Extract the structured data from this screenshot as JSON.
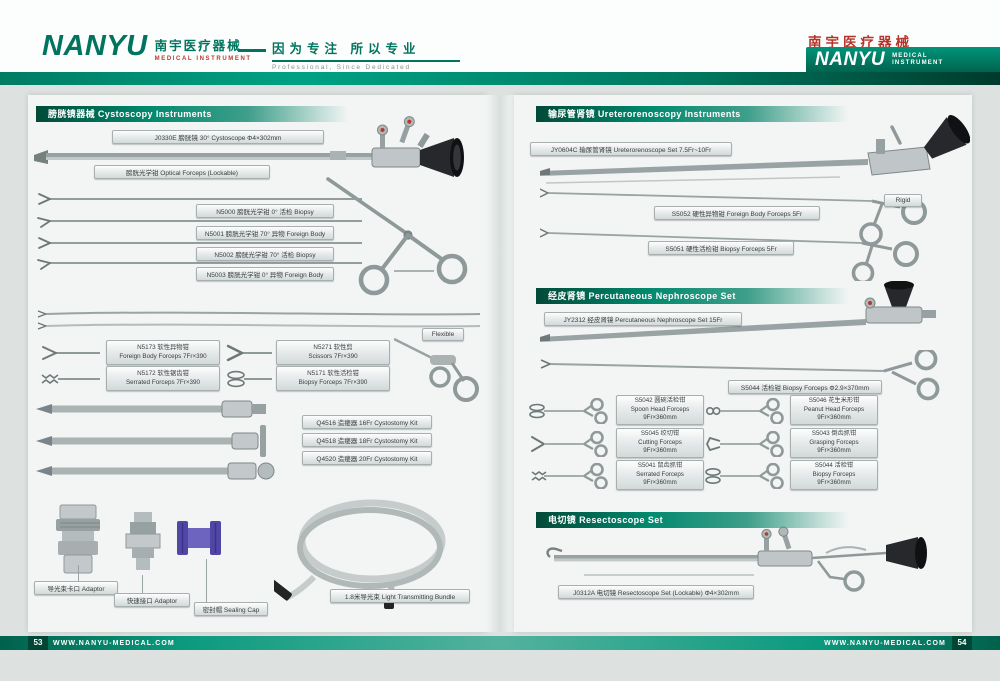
{
  "colors": {
    "brand_teal": "#00745E",
    "banner_teal": "#00896E",
    "accent_red": "#B5352C",
    "spool_purple": "#4F46A5",
    "footer_teal": "#0A9A7E"
  },
  "header": {
    "logo_text": "NANYU",
    "logo_cn": "南宇医疗器械",
    "logo_sub": "MEDICAL  INSTRUMENT",
    "slogan_cn": "因为专注 所以专业",
    "slogan_en": "Professional, Since Dedicated",
    "right_cn": "南宇医疗器械",
    "right_logo": "NANYU",
    "right_sub_line1": "MEDICAL",
    "right_sub_line2": "INSTRUMENT"
  },
  "left_page": {
    "section_title": "膀胱镜器械  Cystoscopy Instruments",
    "labels": {
      "cystoscope": "J0330E 膀胱镜 30°  Cystoscope  Φ4×302mm",
      "optical_forceps": "膀胱光学钳 Optical Forceps (Lockable)",
      "n5000": "N5000 膀胱光学钳  0°  活检 Biopsy",
      "n5001": "N5001 膀胱光学钳 70°  异物 Foreign Body",
      "n5002": "N5002 膀胱光学钳 70°  活检 Biopsy",
      "n5003": "N5003 膀胱光学钳  0°  异物 Foreign Body",
      "flexible_tag": "Flexible",
      "q4516": "Q4516 造瘘器 16Fr Cystostomy Kit",
      "q4518": "Q4518 造瘘器 18Fr Cystostomy Kit",
      "q4520": "Q4520 造瘘器 20Fr Cystostomy Kit",
      "adaptor_light": "导光束卡口 Adaptor",
      "adaptor_quick": "快速接口 Adaptor",
      "sealing_cap": "密封帽 Sealing Cap",
      "light_bundle": "1.8米导光束  Light Transmitting Bundle"
    },
    "flex_forceps": [
      {
        "code": "N5173 软性异物钳",
        "desc": "Foreign Body Forceps 7Fr×390"
      },
      {
        "code": "N5271 软性剪",
        "desc": "Scissors 7Fr×390"
      },
      {
        "code": "N5172 软性锯齿钳",
        "desc": "Serrated Forceps 7Fr×390"
      },
      {
        "code": "N5171 软性活检钳",
        "desc": "Biopsy Forceps 7Fr×390"
      }
    ]
  },
  "right_page": {
    "section1_title": "输尿管肾镜 Ureterorenoscopy Instruments",
    "section2_title": "经皮肾镜 Percutaneous Nephroscope Set",
    "section3_title": "电切镜  Resectoscope Set",
    "labels": {
      "ureteroscope": "JY0604C 输尿管肾镜 Ureterorenoscope Set 7.5Fr~10Fr",
      "rigid_tag": "Rigid",
      "s5052": "S5052 硬性异物钳 Foreign Body Forceps 5Fr",
      "s5051": "S5051 硬性活检钳 Biopsy Forceps 5Fr",
      "nephroscope": "JY2312 经皮肾镜 Percutaneous Nephroscope Set 15Fr",
      "s5044_long": "S5044 活检钳 Biopsy Forceps Φ2.9×370mm",
      "resectoscope": "J0312A 电切镜 Resectoscope Set (Lockable)  Φ4×302mm"
    },
    "nephro_forceps": [
      {
        "code": "S5042 圆碗活检钳",
        "desc": "Spoon Head Forceps",
        "size": "9Fr×360mm"
      },
      {
        "code": "S5046 花生米形钳",
        "desc": "Peanut Head Forceps",
        "size": "9Fr×360mm"
      },
      {
        "code": "S5045 绞切钳",
        "desc": "Cutting Forceps",
        "size": "9Fr×360mm"
      },
      {
        "code": "S5043 倒齿抓钳",
        "desc": "Grasping Forceps",
        "size": "9Fr×360mm"
      },
      {
        "code": "S5041 鼠齿抓钳",
        "desc": "Serrated Forceps",
        "size": "9Fr×360mm"
      },
      {
        "code": "S5044 活检钳",
        "desc": "Biopsy Forceps",
        "size": "9Fr×360mm"
      }
    ]
  },
  "footer": {
    "page_left": "53",
    "page_right": "54",
    "site_left": "WWW.NANYU-MEDICAL.COM",
    "site_right": "WWW.NANYU-MEDICAL.COM"
  }
}
